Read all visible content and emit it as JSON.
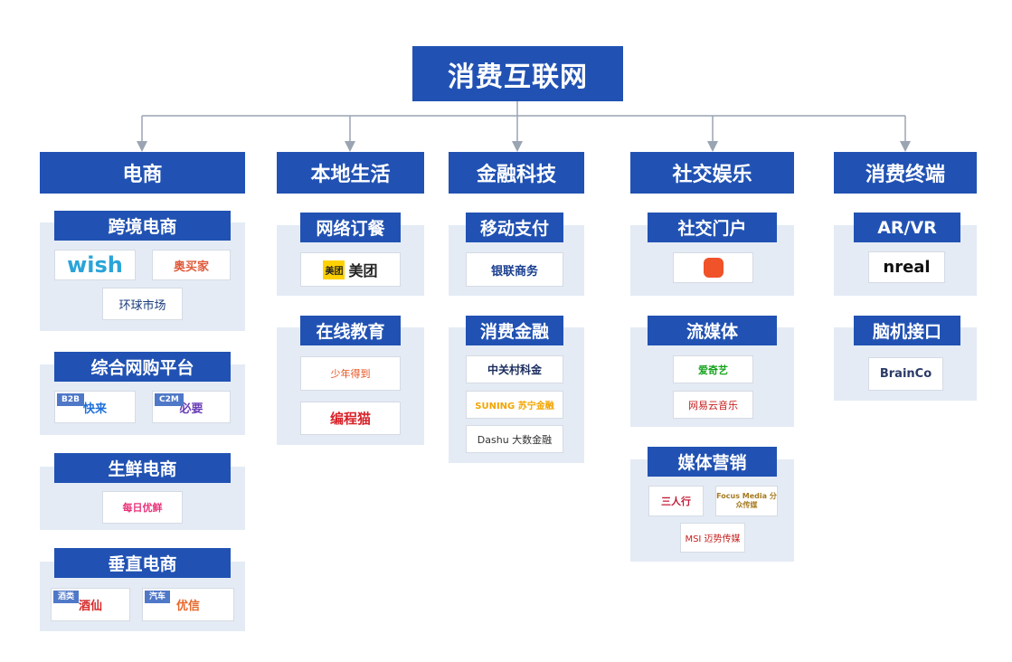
{
  "root": "消费互联网",
  "categories": [
    {
      "title": "电商",
      "groups": [
        {
          "title": "跨境电商",
          "logos": [
            {
              "text": "wish"
            },
            {
              "text": "奥买家"
            },
            {
              "text": "环球市场"
            }
          ]
        },
        {
          "title": "综合网购平台",
          "logos": [
            {
              "tag": "B2B",
              "text": "快来"
            },
            {
              "tag": "C2M",
              "text": "必要"
            }
          ]
        },
        {
          "title": "生鲜电商",
          "logos": [
            {
              "text": "每日优鲜"
            }
          ]
        },
        {
          "title": "垂直电商",
          "logos": [
            {
              "tag": "酒类",
              "text": "酒仙"
            },
            {
              "tag": "汽车",
              "text": "优信"
            }
          ]
        }
      ]
    },
    {
      "title": "本地生活",
      "groups": [
        {
          "title": "网络订餐",
          "logos": [
            {
              "text": "美团"
            }
          ]
        },
        {
          "title": "在线教育",
          "logos": [
            {
              "text": "少年得到"
            },
            {
              "text": "编程猫"
            }
          ]
        }
      ]
    },
    {
      "title": "金融科技",
      "groups": [
        {
          "title": "移动支付",
          "logos": [
            {
              "text": "银联商务"
            }
          ]
        },
        {
          "title": "消费金融",
          "logos": [
            {
              "text": "中关村科金"
            },
            {
              "text": "SUNING 苏宁金融"
            },
            {
              "text": "Dashu 大数金融"
            }
          ]
        }
      ]
    },
    {
      "title": "社交娱乐",
      "groups": [
        {
          "title": "社交门户",
          "logos": [
            {
              "text": ""
            }
          ]
        },
        {
          "title": "流媒体",
          "logos": [
            {
              "text": "爱奇艺"
            },
            {
              "text": "网易云音乐"
            }
          ]
        },
        {
          "title": "媒体营销",
          "logos": [
            {
              "text": "三人行"
            },
            {
              "text": "Focus Media 分众传媒"
            },
            {
              "text": "MSI 迈势传媒"
            }
          ]
        }
      ]
    },
    {
      "title": "消费终端",
      "groups": [
        {
          "title": "AR/VR",
          "logos": [
            {
              "text": "nreal"
            }
          ]
        },
        {
          "title": "脑机接口",
          "logos": [
            {
              "text": "BrainCo"
            }
          ]
        }
      ]
    }
  ],
  "colors": {
    "header": "#2152b3",
    "panel": "#e4ebf5",
    "line": "#9aa4b2"
  }
}
